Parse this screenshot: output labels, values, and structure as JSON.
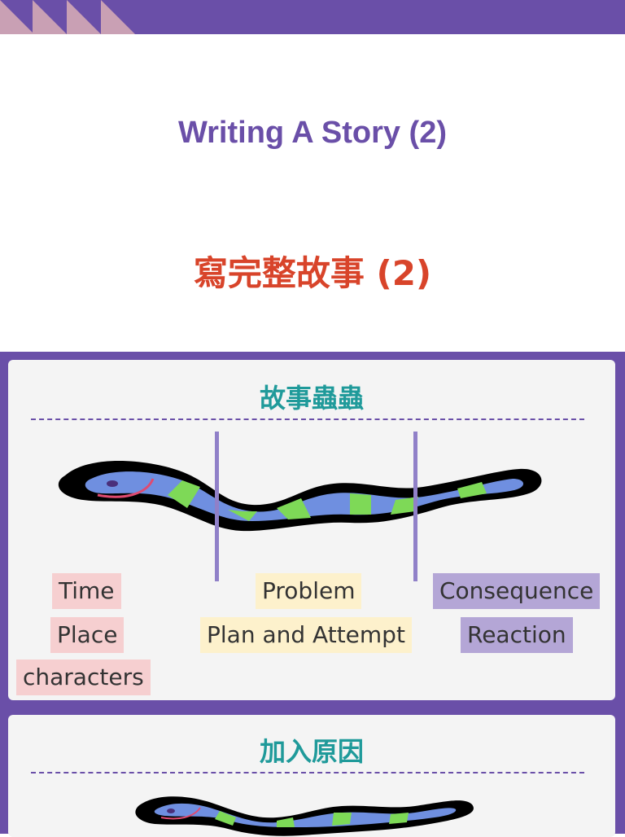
{
  "title": "Writing A Story (2)",
  "title_zh": "寫完整故事 (2)",
  "colors": {
    "accent": "#6a4fa8",
    "title_zh": "#d8442a",
    "panel_title": "#1f9a9a",
    "pink": "#f6cfd0",
    "yellow": "#fdf1cc",
    "purple": "#b4a6d6"
  },
  "panel1": {
    "title": "故事蟲蟲",
    "beginning": [
      "Time",
      "Place",
      "characters"
    ],
    "middle": [
      "Problem",
      "Plan and Attempt"
    ],
    "end": [
      "Consequence",
      "Reaction"
    ]
  },
  "panel2": {
    "title": "加入原因"
  }
}
